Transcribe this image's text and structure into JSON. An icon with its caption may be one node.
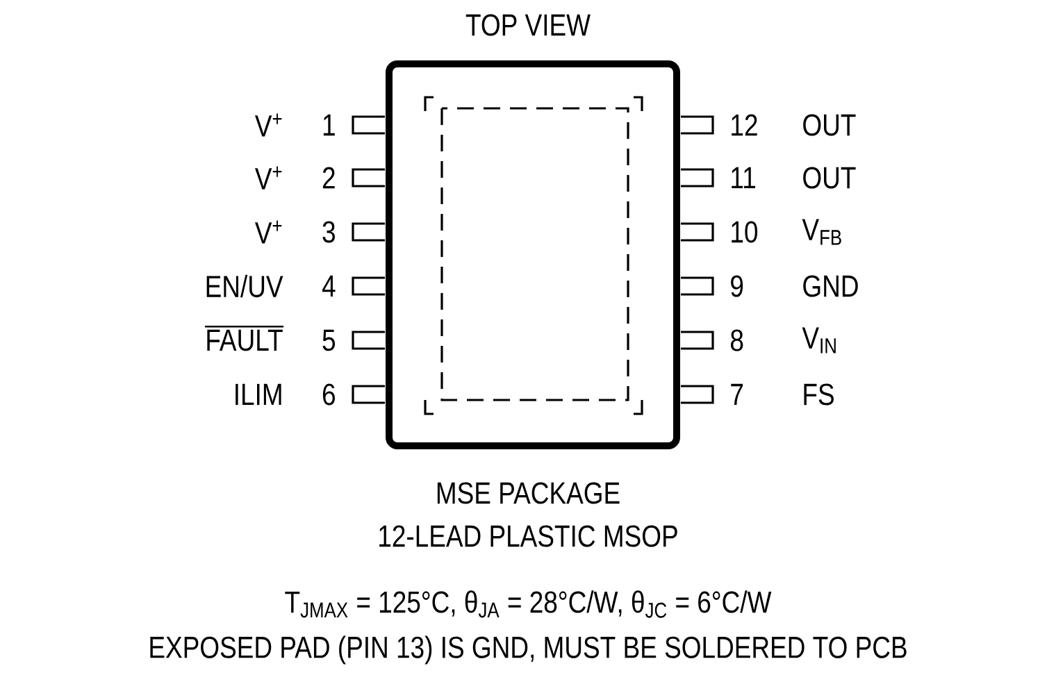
{
  "diagram": {
    "title": "TOP VIEW",
    "labels": [
      "V$^{+}$",
      "1",
      "12",
      "OUT",
      "V$^{+}$",
      "2",
      "11",
      "OUT",
      "V$^{+}$",
      "3",
      "10",
      "V$_{FB}$",
      "EN/UV",
      "4",
      "9",
      "GND",
      "FAULT",
      "5",
      "8",
      "V$_{IN}$",
      "ILIM",
      "6",
      "7",
      "FS",
      "MSE PACKAGE",
      "12-LEAD PLASTIC MSOP",
      "T$_{JMAX}$ = 125°C, θ$_{JA}$ = 28°C/W, θ$_{JC}$ = 6°C/W",
      "EXPOSED PAD (PIN 13) IS GND, MUST BE SOLDERED TO PCB"
    ]
  }
}
